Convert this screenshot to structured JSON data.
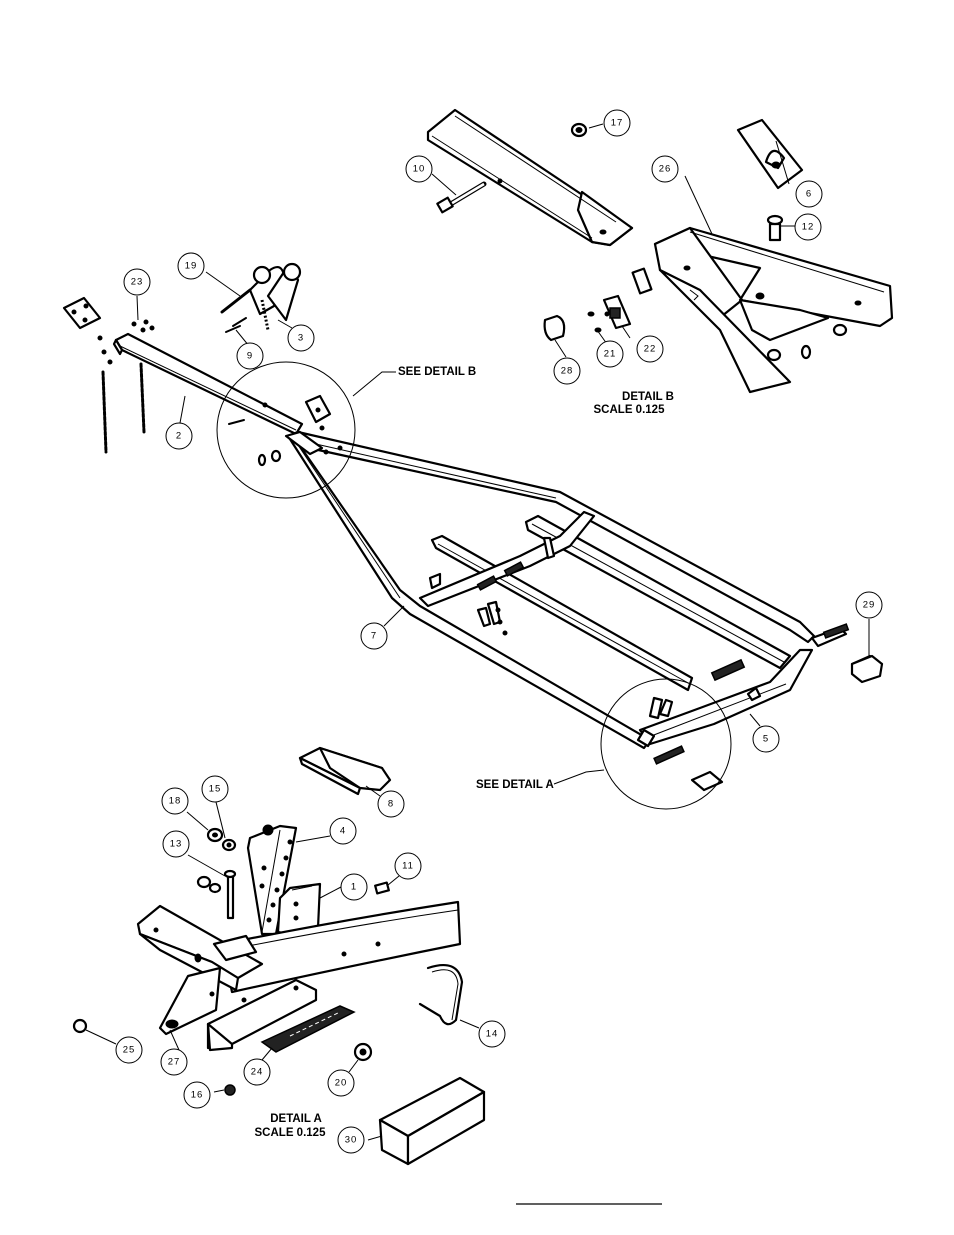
{
  "balloons": {
    "b1": "1",
    "b2": "2",
    "b3": "3",
    "b4": "4",
    "b5": "5",
    "b6": "6",
    "b7": "7",
    "b8": "8",
    "b9": "9",
    "b10": "10",
    "b11": "11",
    "b12": "12",
    "b13": "13",
    "b14": "14",
    "b15": "15",
    "b16": "16",
    "b17": "17",
    "b18": "18",
    "b19": "19",
    "b20": "20",
    "b21": "21",
    "b22": "22",
    "b23": "23",
    "b24": "24",
    "b25": "25",
    "b26": "26",
    "b27": "27",
    "b28": "28",
    "b29": "29",
    "b30": "30"
  },
  "callouts": {
    "see_detail_b": "SEE DETAIL  B",
    "see_detail_a": "SEE DETAIL  A"
  },
  "details": {
    "detail_b_title": "DETAIL  B",
    "detail_b_scale": "SCALE  0.125",
    "detail_a_title": "DETAIL  A",
    "detail_a_scale": "SCALE  0.125"
  }
}
